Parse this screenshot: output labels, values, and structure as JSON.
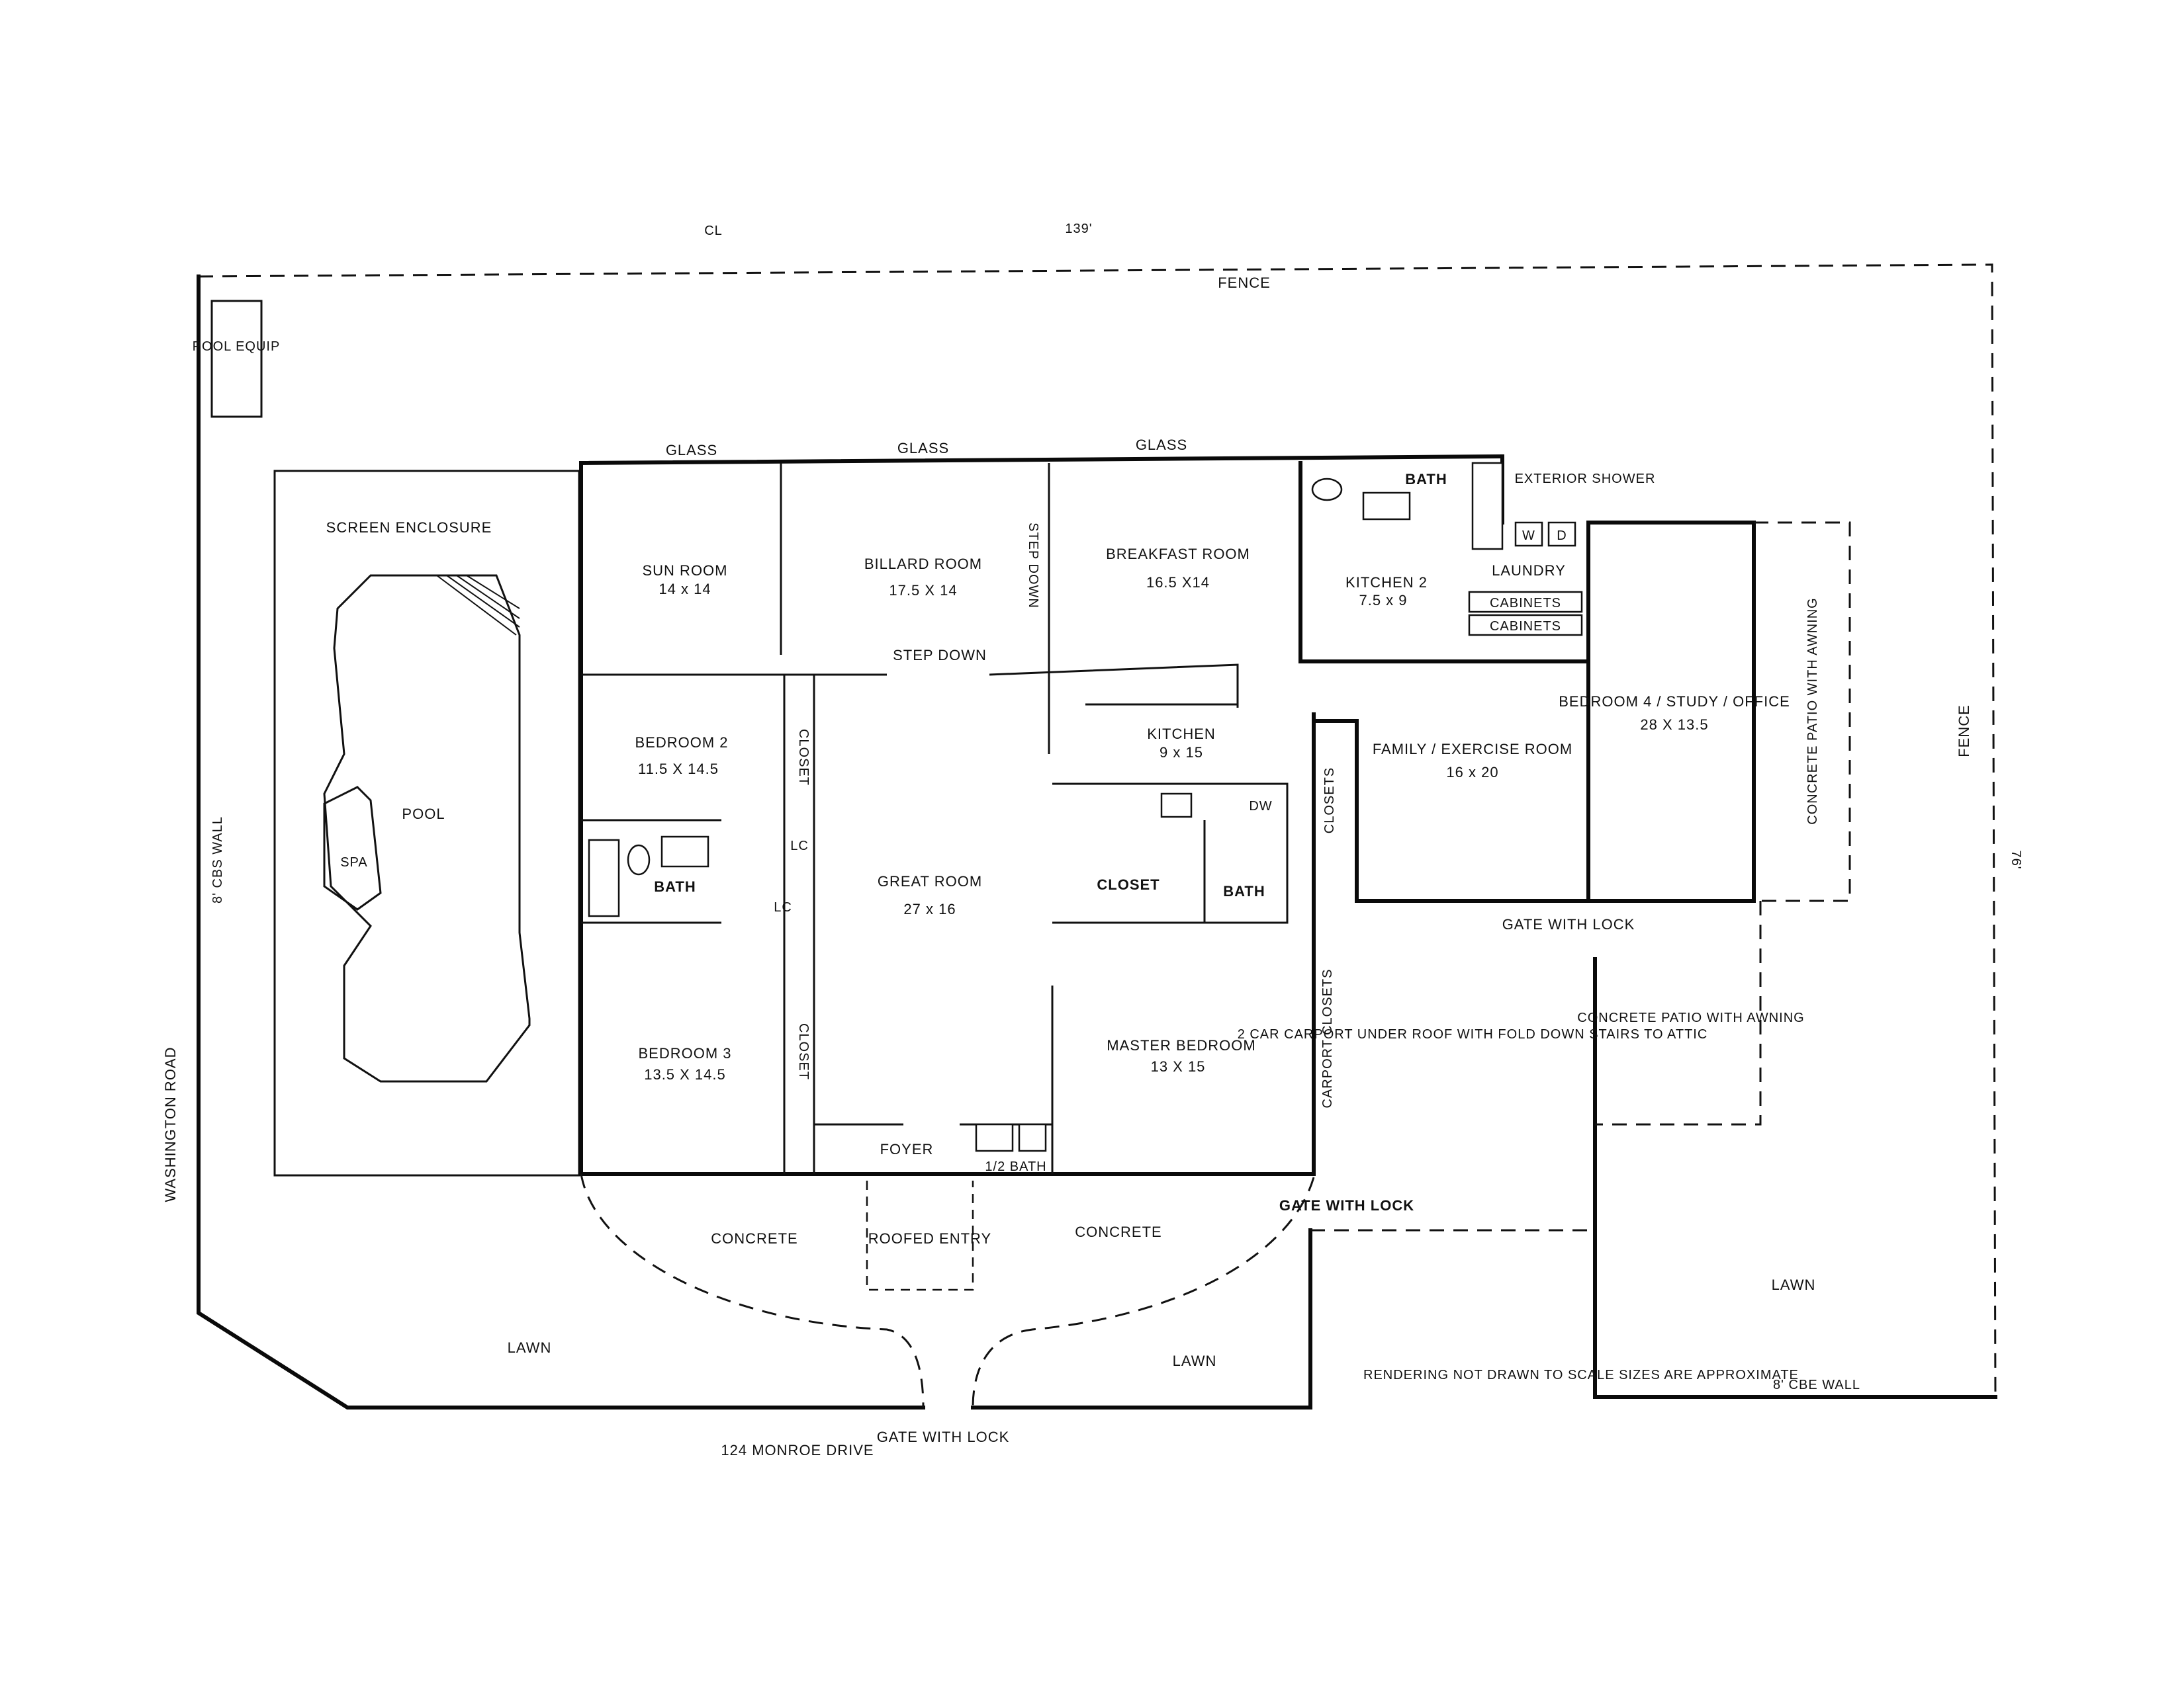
{
  "top": {
    "cl": "CL",
    "dimension_top": "139'",
    "fence_top": "FENCE",
    "fence_right": "FENCE",
    "dimension_right": "76'"
  },
  "walls": {
    "left": "8' CBS WALL",
    "bottom_right": "8' CBE WALL"
  },
  "streets": {
    "west": "WASHINGTON ROAD",
    "south": "124 MONROE DRIVE"
  },
  "glass": [
    "GLASS",
    "GLASS",
    "GLASS"
  ],
  "pool_area": {
    "pool_equip": "POOL EQUIP",
    "screen_enclosure": "SCREEN ENCLOSURE",
    "pool": "POOL",
    "spa": "SPA"
  },
  "rooms": {
    "sun_room": {
      "name": "SUN ROOM",
      "size": "14 x 14"
    },
    "billard_room": {
      "name": "BILLARD ROOM",
      "size": "17.5 X 14"
    },
    "breakfast_room": {
      "name": "BREAKFAST ROOM",
      "size": "16.5 X14"
    },
    "kitchen_2": {
      "name": "KITCHEN 2",
      "size": "7.5 x 9"
    },
    "bath_top": "BATH",
    "exterior_shower": "EXTERIOR SHOWER",
    "laundry": "LAUNDRY",
    "washer": "W",
    "dryer": "D",
    "cabinets_1": "CABINETS",
    "cabinets_2": "CABINETS",
    "bedroom_4": {
      "name": "BEDROOM 4 / STUDY / OFFICE",
      "size": "28 X 13.5"
    },
    "concrete_patio_awning_vertical": "CONCRETE PATIO WITH AWNING",
    "step_down_vertical": "STEP DOWN",
    "step_down": "STEP DOWN",
    "bedroom_2": {
      "name": "BEDROOM 2",
      "size": "11.5 X 14.5"
    },
    "closet_b2": "CLOSET",
    "lc_1": "LC",
    "lc_2": "LC",
    "bath_left": "BATH",
    "great_room": {
      "name": "GREAT ROOM",
      "size": "27 x 16"
    },
    "kitchen": {
      "name": "KITCHEN",
      "size": "9 x 15"
    },
    "dw": "DW",
    "closets_family": "CLOSETS",
    "family_room": {
      "name": "FAMILY / EXERCISE ROOM",
      "size": "16 x 20"
    },
    "closet_mid": "CLOSET",
    "bath_master": "BATH",
    "bedroom_3": {
      "name": "BEDROOM 3",
      "size": "13.5 X 14.5"
    },
    "closet_b3": "CLOSET",
    "master_bedroom": {
      "name": "MASTER BEDROOM",
      "size": "13 X 15"
    },
    "carport_closets": "CARPORT CLOSETS",
    "carport": "2 CAR CARPORT UNDER ROOF WITH FOLD DOWN STAIRS TO ATTIC",
    "concrete_patio_awning": "CONCRETE PATIO WITH AWNING",
    "foyer": "FOYER",
    "half_bath": "1/2 BATH"
  },
  "outside": {
    "gate_with_lock_1": "GATE WITH LOCK",
    "gate_with_lock_2": "GATE WITH LOCK",
    "gate_with_lock_3": "GATE WITH LOCK",
    "concrete_1": "CONCRETE",
    "concrete_2": "CONCRETE",
    "roofed_entry": "ROOFED ENTRY",
    "lawn_1": "LAWN",
    "lawn_2": "LAWN",
    "lawn_3": "LAWN"
  },
  "note": "RENDERING NOT DRAWN TO SCALE SIZES ARE APPROXIMATE"
}
